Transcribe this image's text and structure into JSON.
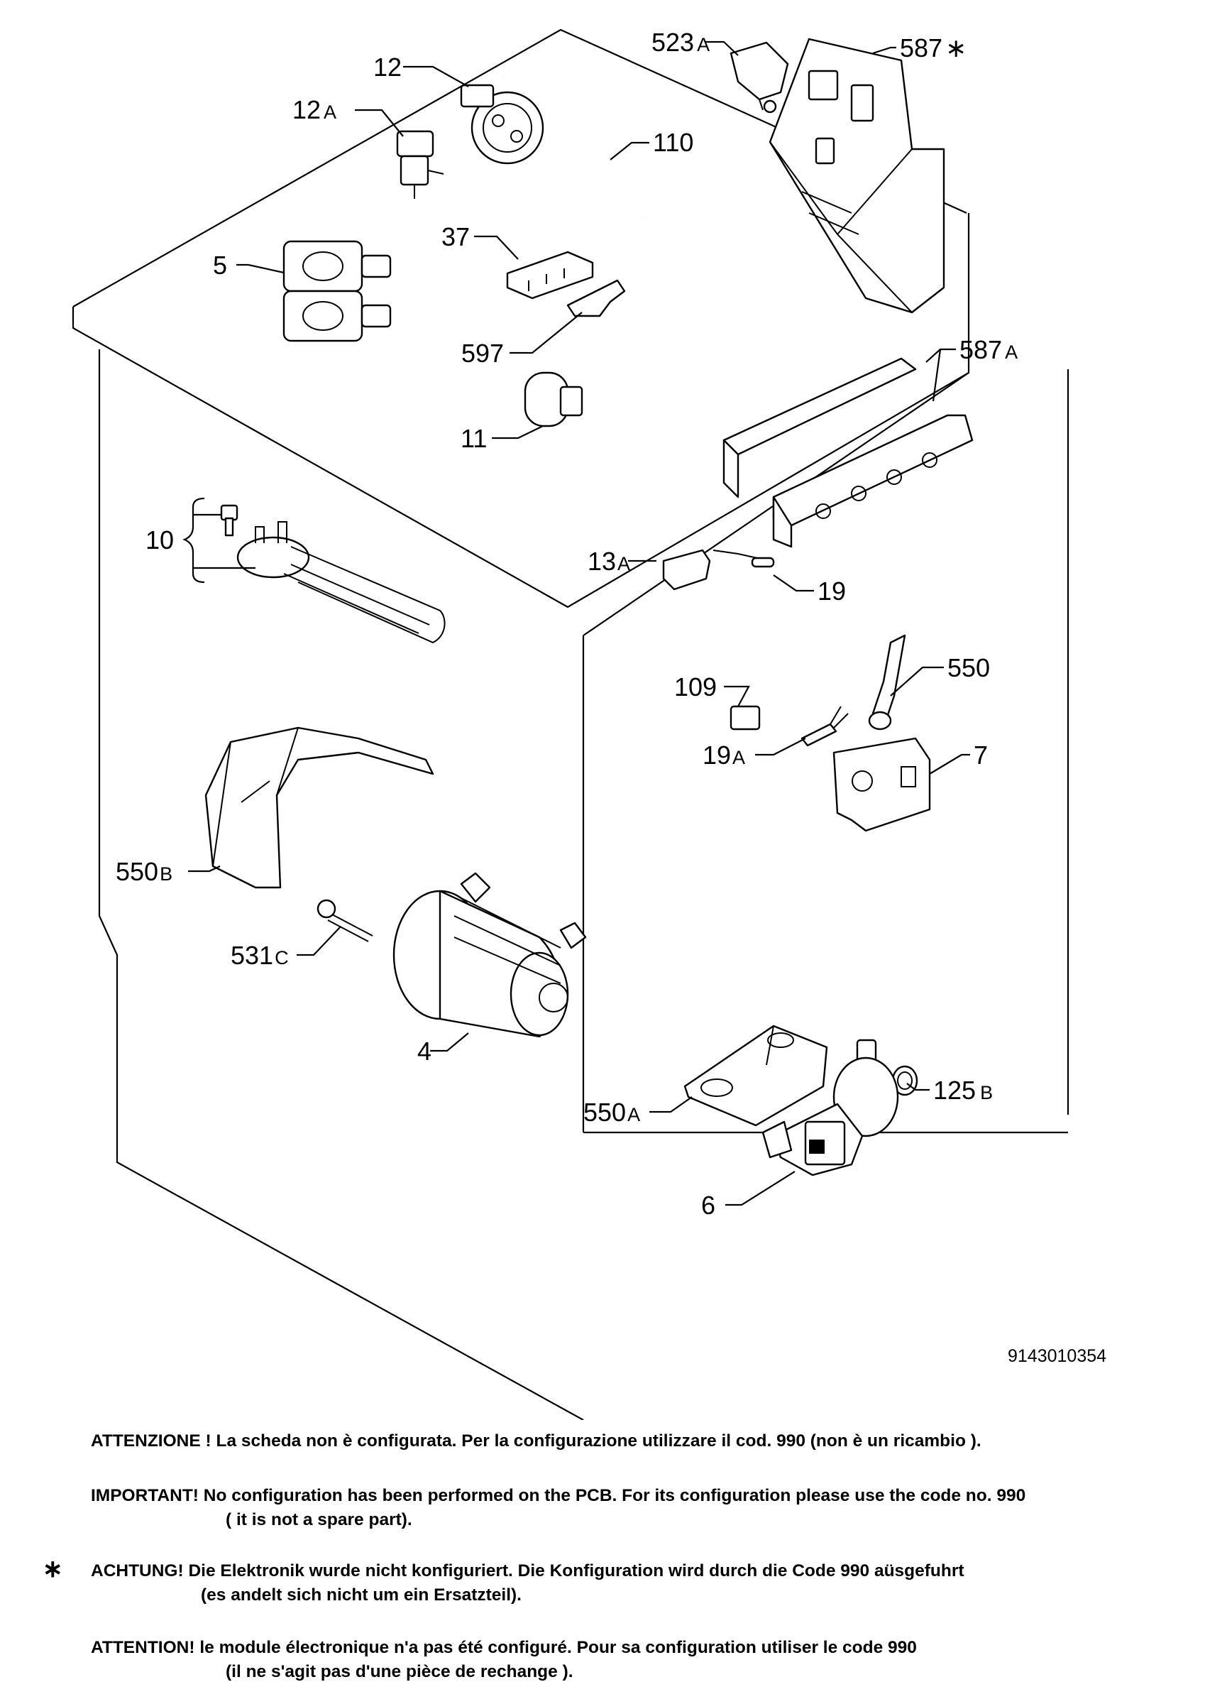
{
  "diagram": {
    "doc_number": "9143010354",
    "labels": {
      "p12": "12",
      "p12a": [
        "12",
        "A"
      ],
      "p110": "110",
      "p5": "5",
      "p37": "37",
      "p597": "597",
      "p11": "11",
      "p10": "10",
      "p523a": [
        "523",
        "A"
      ],
      "p587star": [
        "587",
        "∗"
      ],
      "p587a": [
        "587",
        "A"
      ],
      "p13a": [
        "13",
        "A"
      ],
      "p19": "19",
      "p109": "109",
      "p550": "550",
      "p19a": [
        "19",
        "A"
      ],
      "p7": "7",
      "p550b": [
        "550",
        "B"
      ],
      "p531c": [
        "531",
        "C"
      ],
      "p4": "4",
      "p550a": [
        "550",
        "A"
      ],
      "p125b": [
        "125",
        "B"
      ],
      "p6": "6"
    }
  },
  "notes": {
    "star_marker": "∗",
    "it": {
      "line1": "ATTENZIONE ! La scheda non è  configurata. Per la configurazione utilizzare il cod. 990 (non è un ricambio )."
    },
    "en": {
      "line1": "IMPORTANT! No configuration has been performed on the PCB. For its configuration please use the code no. 990",
      "line2": "( it is not a spare part)."
    },
    "de": {
      "line1": "ACHTUNG! Die Elektronik wurde nicht konfiguriert. Die Konfiguration wird durch die Code 990 aüsgefuhrt",
      "line2": "(es andelt sich nicht um ein Ersatzteil)."
    },
    "fr": {
      "line1": "ATTENTION! le module électronique n'a pas été configuré. Pour  sa configuration utiliser le code 990",
      "line2": "(il ne s'agit pas d'une pièce de rechange )."
    }
  }
}
